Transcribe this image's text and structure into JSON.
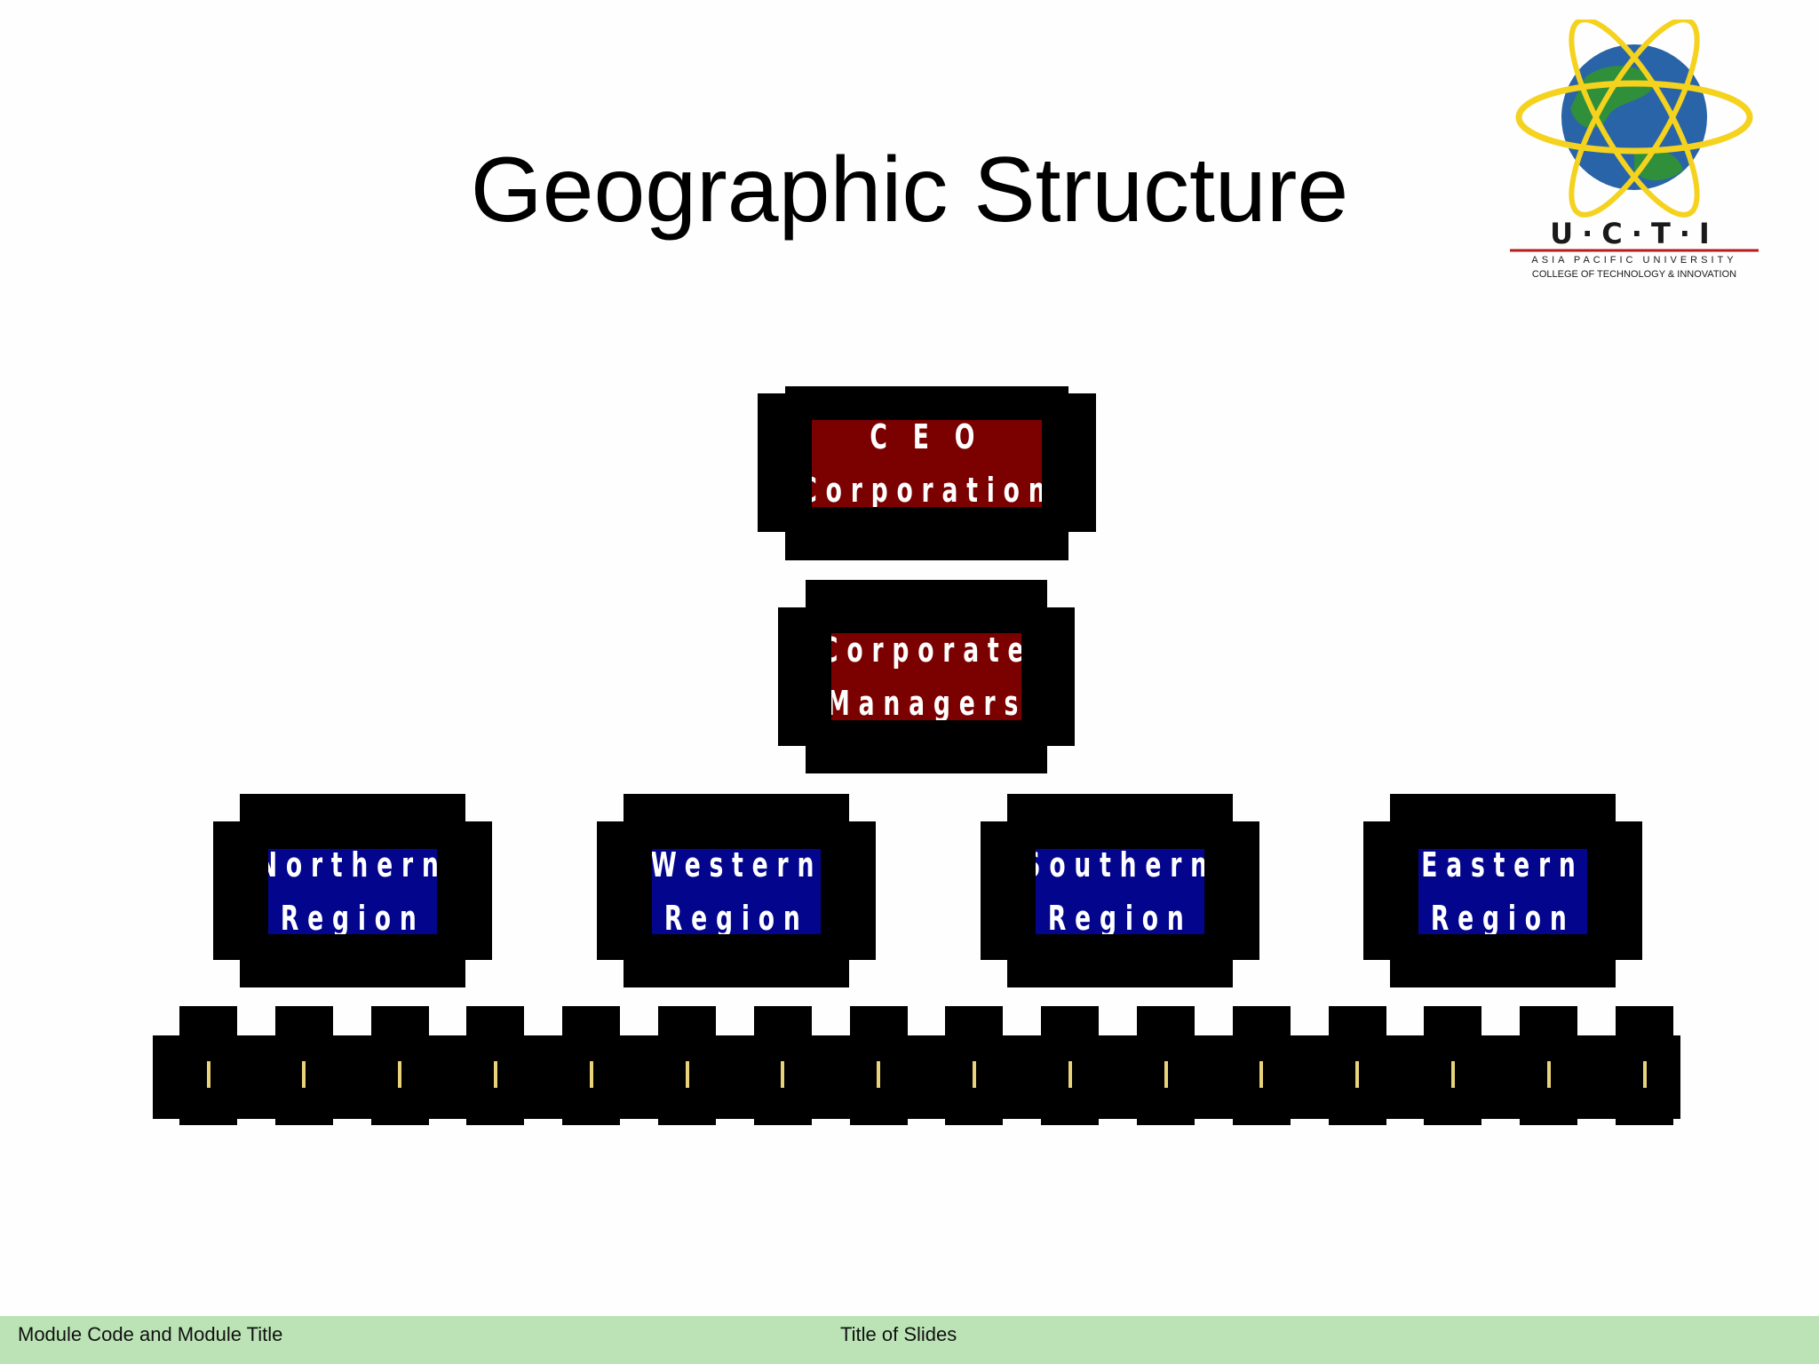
{
  "slide": {
    "title": "Geographic Structure"
  },
  "logo": {
    "icon": "globe-with-orbits-logo",
    "name": "U·C·T·I",
    "line1": "ASIA PACIFIC UNIVERSITY",
    "line2": "COLLEGE OF TECHNOLOGY & INNOVATION",
    "colors": {
      "globe": "#2a64a8",
      "land": "#2f8f3a",
      "orbit": "#f4d21e",
      "text": "#1a1a1a",
      "rule": "#b71c1c"
    }
  },
  "org_chart": {
    "ceo": {
      "line1": "C E O",
      "line2": "Corporation"
    },
    "corporate_managers": {
      "line1": "Corporate",
      "line2": "Managers"
    },
    "regions": [
      {
        "line1": "Northern",
        "line2": "Region"
      },
      {
        "line1": "Western",
        "line2": "Region"
      },
      {
        "line1": "Southern",
        "line2": "Region"
      },
      {
        "line1": "Eastern",
        "line2": "Region"
      }
    ],
    "unit_count": 16,
    "colors": {
      "top_fill": "#7b0000",
      "region_fill": "#03068c",
      "frame": "#000000",
      "unit_mark": "#e8d27a"
    }
  },
  "footer": {
    "module": "Module Code and Module Title",
    "slides": "Title of Slides",
    "background": "#bbe3b5"
  }
}
